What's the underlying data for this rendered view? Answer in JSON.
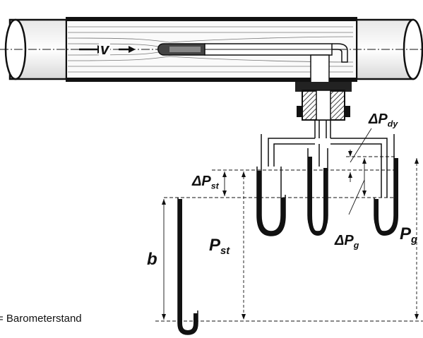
{
  "labels": {
    "velocity": "v",
    "dp_dy": {
      "main": "ΔP",
      "sub": "dy"
    },
    "dp_st": {
      "main": "ΔP",
      "sub": "st"
    },
    "dp_g": {
      "main": "ΔP",
      "sub": "g"
    },
    "p_st": {
      "main": "P",
      "sub": "st"
    },
    "p_g": {
      "main": "P",
      "sub": "g"
    },
    "b": "b"
  },
  "legend_note": "= Barometerstand",
  "colors": {
    "ink": "#111111",
    "pipe_shadow": "#cfcfcf",
    "liquid": "#111111"
  },
  "icons": [
    "pitot-probe",
    "pipe",
    "u-tube-manometer",
    "barometer-tube"
  ]
}
